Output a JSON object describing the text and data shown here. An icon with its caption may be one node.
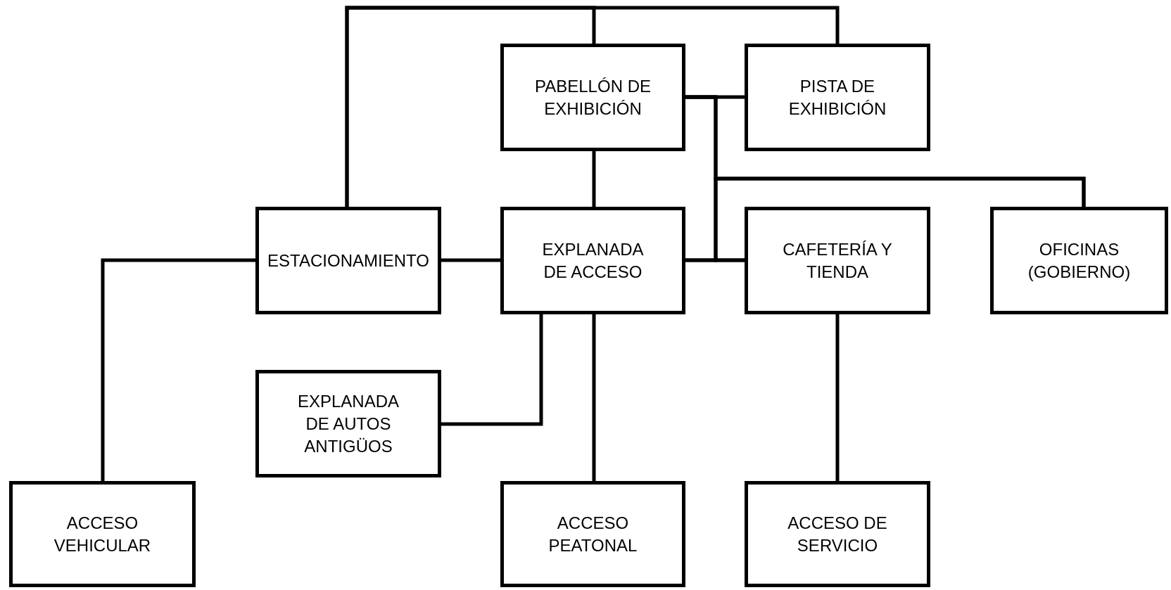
{
  "diagram": {
    "nodes": [
      {
        "text": [
          "PABELLÓN DE EXHIBICIÓN"
        ]
      },
      {
        "text": [
          "PISTA DE EXHIBICIÓN"
        ]
      },
      {
        "text": [
          "ESTACIONAMIENTO"
        ]
      },
      {
        "text": [
          "EXPLANADA DE ACCESO"
        ]
      },
      {
        "text": [
          "CAFETERÍA Y TIENDA"
        ]
      },
      {
        "text": [
          "OFICINAS (GOBIERNO)"
        ]
      },
      {
        "text": [
          "EXPLANADA DE AUTOS ANTIGÜOS"
        ]
      },
      {
        "text": [
          "ACCESO VEHICULAR"
        ]
      },
      {
        "text": [
          "ACCESO PEATONAL"
        ]
      },
      {
        "text": [
          "ACCESO DE SERVICIO"
        ]
      }
    ],
    "edges": [
      {
        "from": 2,
        "to": 0,
        "arrow": "none"
      },
      {
        "from": 2,
        "to": 1,
        "arrow": "none"
      },
      {
        "from": 0,
        "to": 1,
        "arrow": "none"
      },
      {
        "from": 0,
        "to": 5,
        "arrow": "none"
      },
      {
        "from": 3,
        "to": 5,
        "arrow": "none"
      },
      {
        "from": 0,
        "to": 4,
        "arrow": "none"
      },
      {
        "from": 3,
        "to": 4,
        "arrow": "none"
      },
      {
        "from": 0,
        "to": 3,
        "arrow": "none"
      },
      {
        "from": 2,
        "to": 3,
        "arrow": "none"
      },
      {
        "from": 2,
        "to": 7,
        "arrow": "none"
      },
      {
        "from": 3,
        "to": 6,
        "arrow": "none"
      },
      {
        "from": 3,
        "to": 8,
        "arrow": "none"
      },
      {
        "from": 4,
        "to": 9,
        "arrow": "none"
      }
    ]
  }
}
